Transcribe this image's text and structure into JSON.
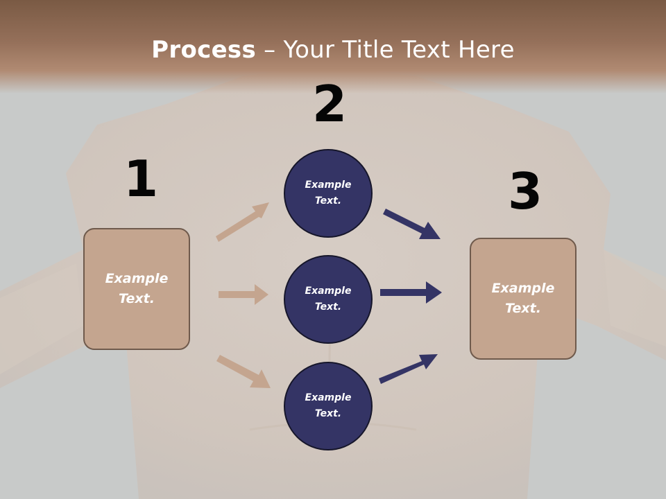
{
  "title": {
    "strong": "Process",
    "rest": " – Your Title Text Here"
  },
  "steps": [
    {
      "number": "1",
      "box_text": "Example\nText."
    },
    {
      "number": "2"
    },
    {
      "number": "3",
      "box_text": "Example\nText."
    }
  ],
  "circles": [
    {
      "text": "Example\nText."
    },
    {
      "text": "Example\nText."
    },
    {
      "text": "Example\nText."
    }
  ],
  "colors": {
    "box_fill": "#c4a58f",
    "box_border": "#6f5a4c",
    "circle_fill": "#343465",
    "arrow_left": "#c4a58f",
    "arrow_right": "#343465",
    "title_band": "#8a6850"
  }
}
